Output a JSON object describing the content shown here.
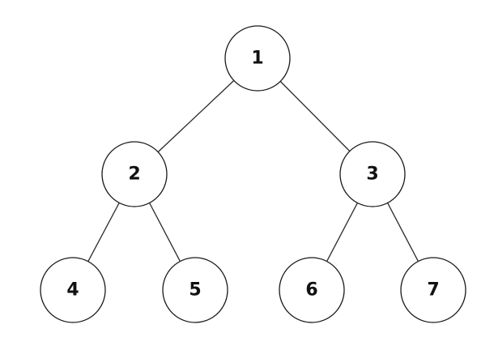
{
  "tree": {
    "nodes": [
      {
        "id": "n1",
        "label": "1"
      },
      {
        "id": "n2",
        "label": "2"
      },
      {
        "id": "n3",
        "label": "3"
      },
      {
        "id": "n4",
        "label": "4"
      },
      {
        "id": "n5",
        "label": "5"
      },
      {
        "id": "n6",
        "label": "6"
      },
      {
        "id": "n7",
        "label": "7"
      }
    ],
    "edges": [
      {
        "from": "n1",
        "to": "n2"
      },
      {
        "from": "n1",
        "to": "n3"
      },
      {
        "from": "n2",
        "to": "n4"
      },
      {
        "from": "n2",
        "to": "n5"
      },
      {
        "from": "n3",
        "to": "n6"
      },
      {
        "from": "n3",
        "to": "n7"
      }
    ]
  }
}
